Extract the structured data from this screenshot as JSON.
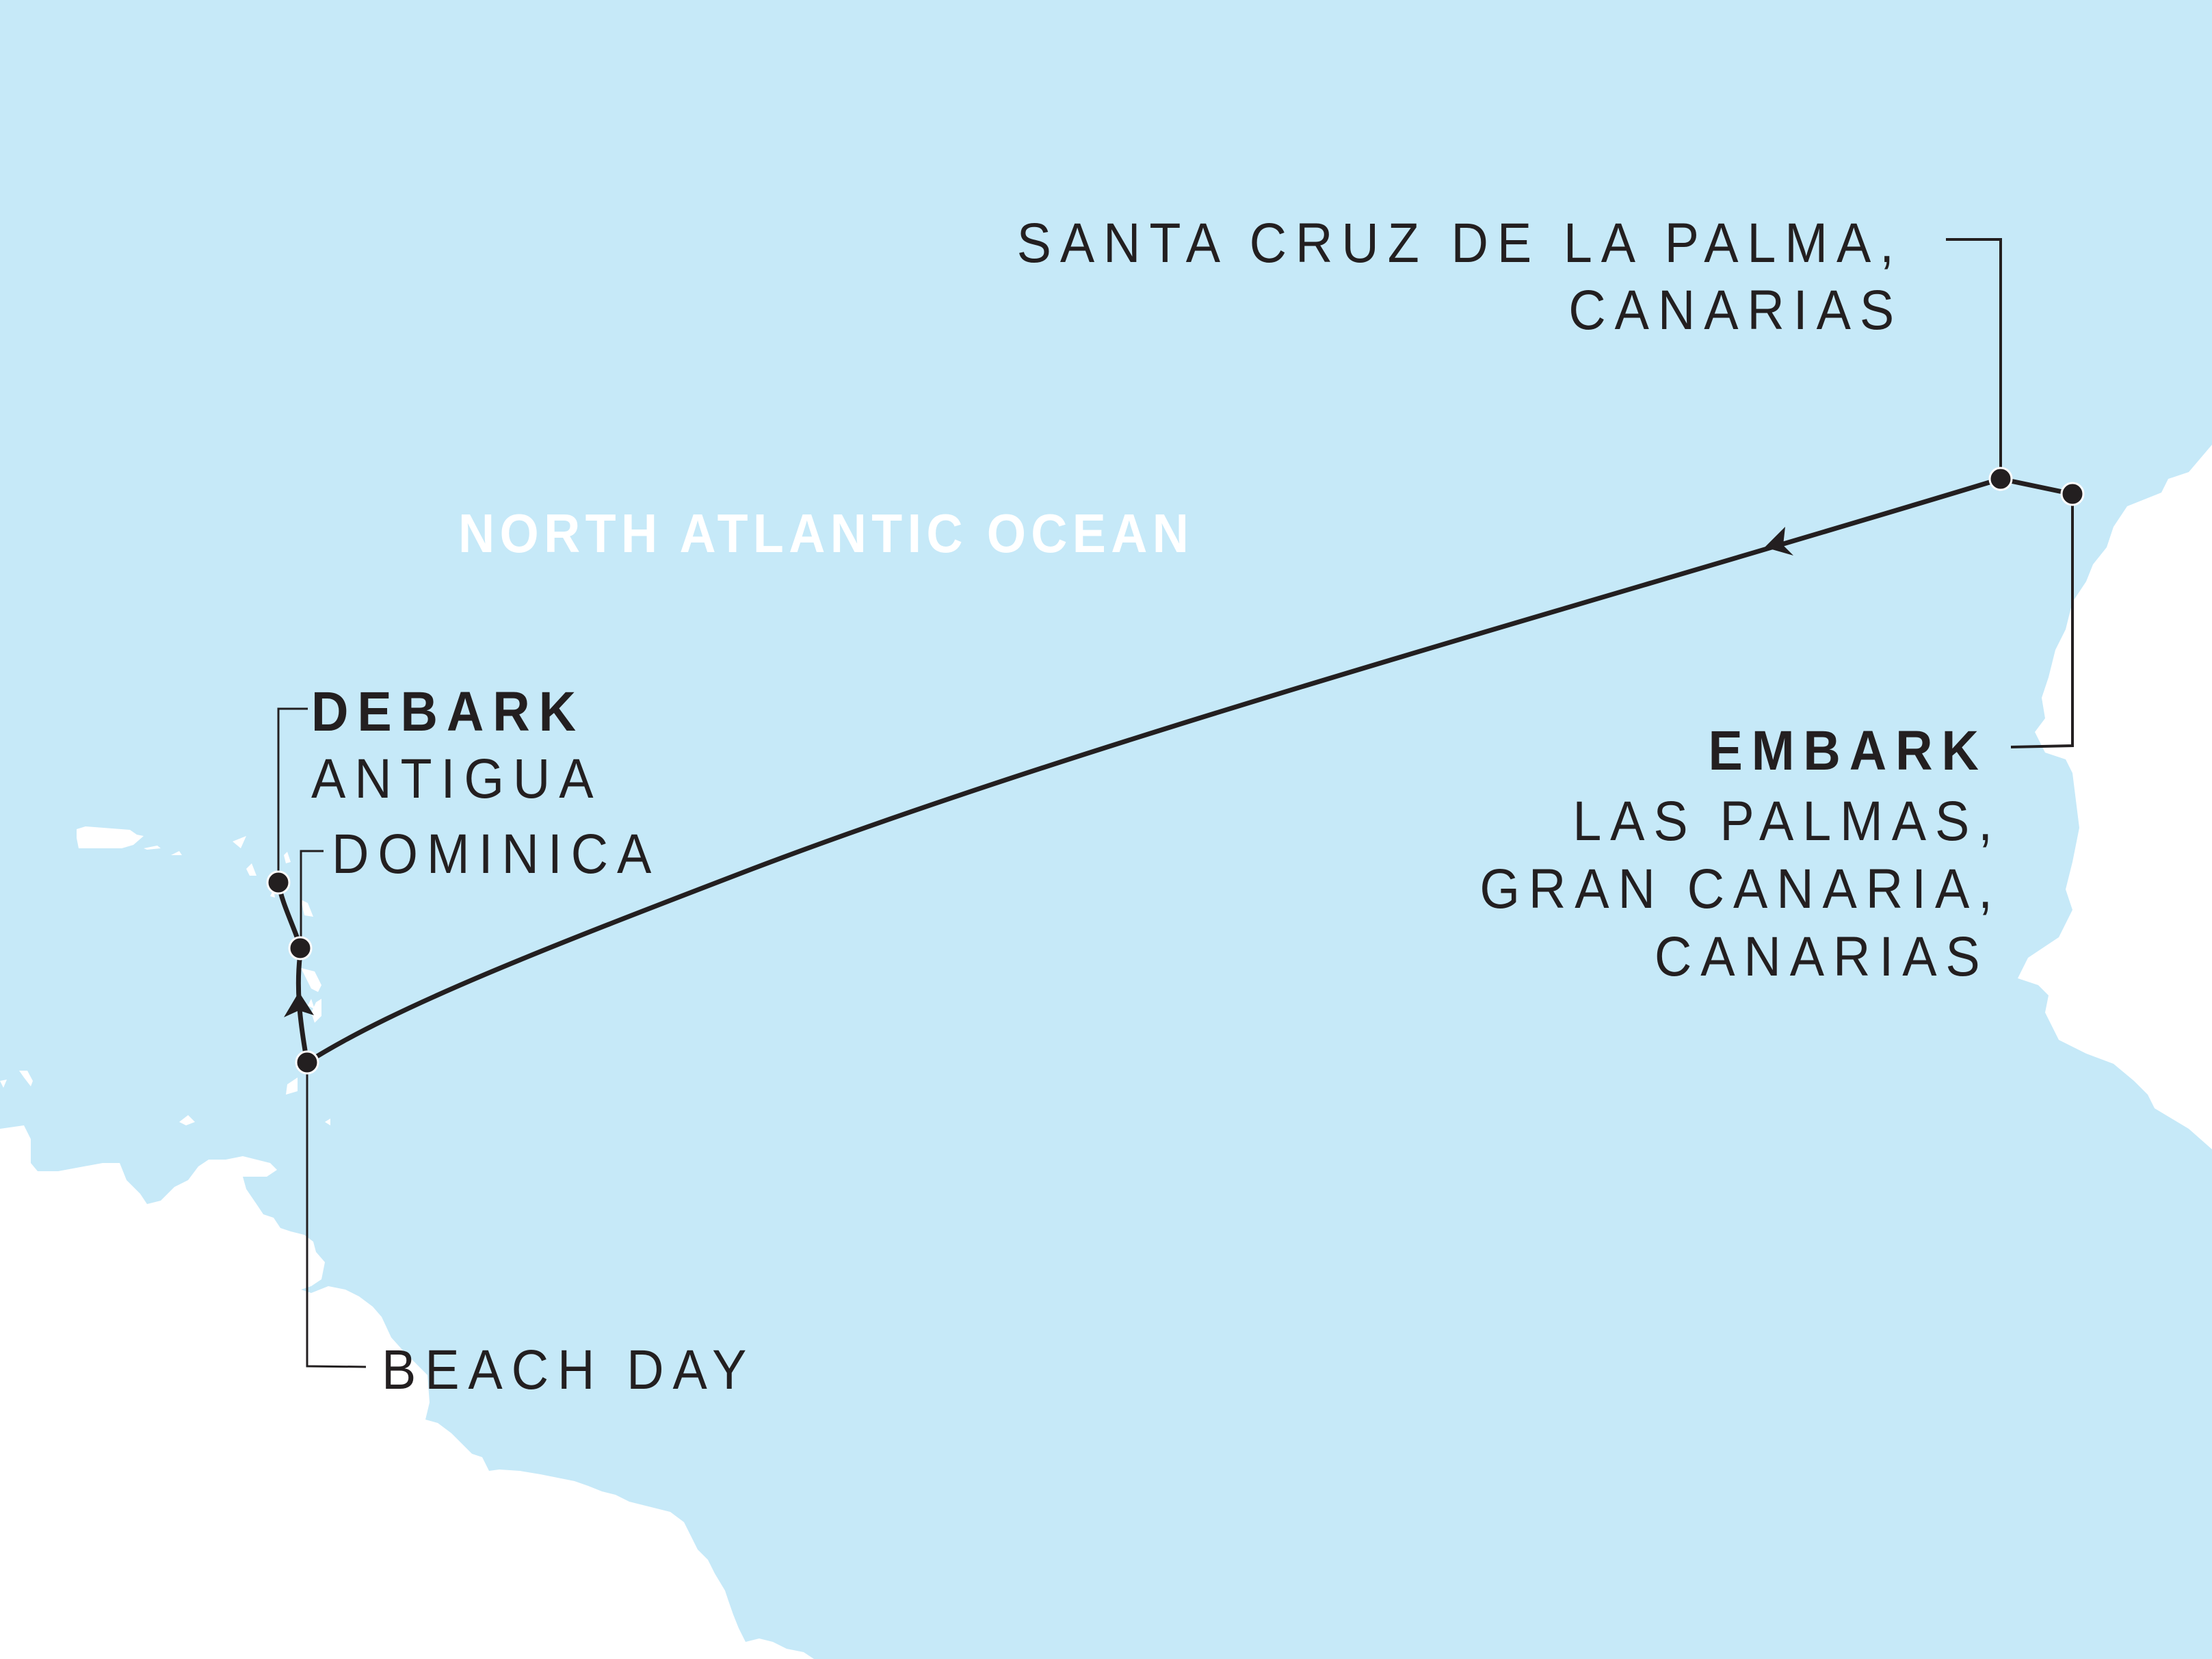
{
  "map": {
    "colors": {
      "ocean": "#c6e9f8",
      "land": "#ffffff",
      "route": "#231f20",
      "text": "#231f20",
      "ocean_label": "#ffffff"
    },
    "ocean_label": "NORTH ATLANTIC OCEAN",
    "stops": [
      {
        "id": "embark",
        "tag": "EMBARK",
        "lines": [
          "LAS PALMAS,",
          "GRAN CANARIA,",
          "CANARIAS"
        ]
      },
      {
        "id": "santa-cruz",
        "tag": "",
        "lines": [
          "SANTA CRUZ DE LA PALMA,",
          "CANARIAS"
        ]
      },
      {
        "id": "beach-day",
        "tag": "",
        "lines": [
          "BEACH DAY"
        ]
      },
      {
        "id": "dominica",
        "tag": "",
        "lines": [
          "DOMINICA"
        ]
      },
      {
        "id": "debark",
        "tag": "DEBARK",
        "lines": [
          "ANTIGUA"
        ]
      }
    ]
  }
}
